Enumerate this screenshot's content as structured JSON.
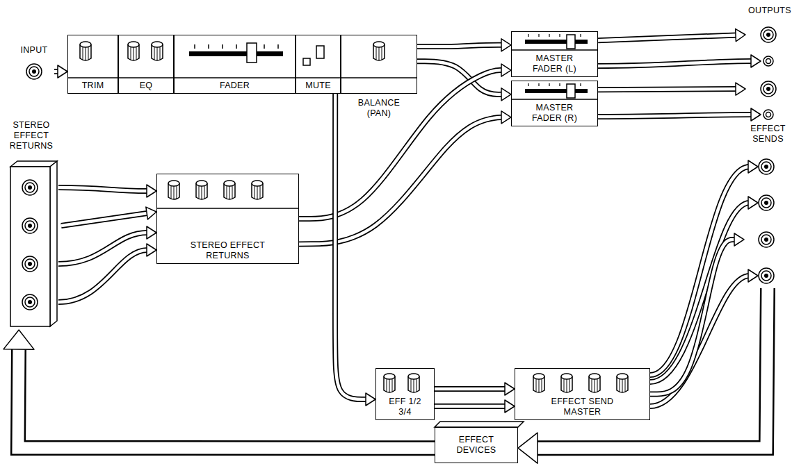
{
  "diagram": {
    "nodes": [
      {
        "text": [
          "INPUT"
        ]
      },
      {
        "text": [
          "TRIM"
        ]
      },
      {
        "text": [
          "EQ"
        ]
      },
      {
        "text": [
          "FADER"
        ]
      },
      {
        "text": [
          "MUTE"
        ]
      },
      {
        "text": [
          "BALANCE (PAN)"
        ]
      },
      {
        "text": [
          "MASTER FADER (L)"
        ]
      },
      {
        "text": [
          "MASTER FADER (R)"
        ]
      },
      {
        "text": [
          "OUTPUTS"
        ]
      },
      {
        "text": [
          "STEREO EFFECT RETURNS"
        ]
      },
      {
        "text": [
          "STEREO EFFECT RETURNS"
        ]
      },
      {
        "text": [
          "EFF 1/2 3/4"
        ]
      },
      {
        "text": [
          "EFFECT SEND MASTER"
        ]
      },
      {
        "text": [
          "EFFECT SENDS"
        ]
      },
      {
        "text": [
          "EFFECT DEVICES"
        ]
      }
    ],
    "edges": [
      {
        "from": 0,
        "to": 1,
        "arrow": "to"
      },
      {
        "from": 5,
        "to": 6,
        "arrow": "to"
      },
      {
        "from": 5,
        "to": 7,
        "arrow": "to"
      },
      {
        "from": 10,
        "to": 6,
        "arrow": "to"
      },
      {
        "from": 10,
        "to": 7,
        "arrow": "to"
      },
      {
        "from": 6,
        "to": 8,
        "arrow": "to"
      },
      {
        "from": 7,
        "to": 8,
        "arrow": "to"
      },
      {
        "from": 4,
        "to": 11,
        "arrow": "to"
      },
      {
        "from": 11,
        "to": 12,
        "arrow": "to"
      },
      {
        "from": 12,
        "to": 13,
        "arrow": "to"
      },
      {
        "from": 13,
        "to": 14,
        "arrow": "to"
      },
      {
        "from": 14,
        "to": 9,
        "arrow": "to"
      },
      {
        "from": 9,
        "to": 10,
        "arrow": "to"
      }
    ]
  }
}
